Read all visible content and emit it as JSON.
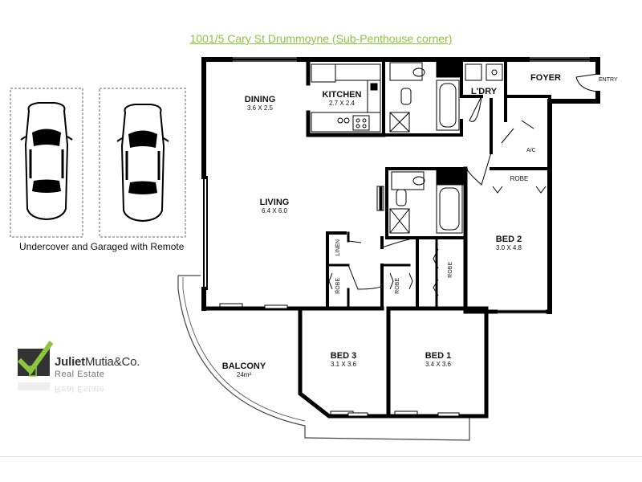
{
  "title": "1001/5 Cary St Drummoyne (Sub-Penthouse corner)",
  "colors": {
    "title": "#8cc63f",
    "walls": "#000000",
    "logo_green": "#8cc63f",
    "logo_dark": "#333333"
  },
  "parking": {
    "caption": "Undercover and Garaged with Remote",
    "icons": [
      "car-icon",
      "car-icon"
    ]
  },
  "logo": {
    "name_bold": "Juliet",
    "name_rest": "Mutia&Co.",
    "sub": "Real Estate",
    "icon": "checkmark-house-icon"
  },
  "rooms": {
    "dining": {
      "name": "DINING",
      "dims": "3.6 X 2.5"
    },
    "kitchen": {
      "name": "KITCHEN",
      "dims": "2.7 X 2.4"
    },
    "laundry": {
      "name": "L'DRY"
    },
    "foyer": {
      "name": "FOYER"
    },
    "entry": {
      "name": "ENTRY"
    },
    "ac": {
      "name": "A/C"
    },
    "living": {
      "name": "LIVING",
      "dims": "6.4 X 6.0"
    },
    "robe_bed2": {
      "name": "ROBE"
    },
    "bed2": {
      "name": "BED 2",
      "dims": "3.0 X 4.8"
    },
    "linen": {
      "name": "LINEN"
    },
    "robe_bed3": {
      "name": "ROBE"
    },
    "robe_bed1a": {
      "name": "ROBE"
    },
    "robe_bed1b": {
      "name": "ROBE"
    },
    "balcony": {
      "name": "BALCONY",
      "dims": "24m²"
    },
    "bed3": {
      "name": "BED 3",
      "dims": "3.1 X 3.6"
    },
    "bed1": {
      "name": "BED 1",
      "dims": "3.4 X 3.6"
    }
  }
}
